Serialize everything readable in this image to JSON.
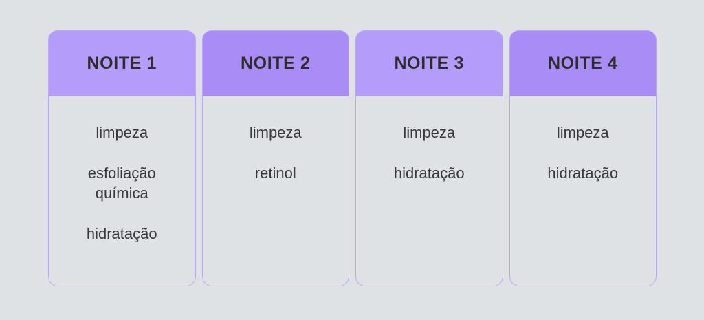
{
  "background_color": "#dfe2e5",
  "cards": [
    {
      "title": "NOITE 1",
      "header_color": "#b49cfa",
      "body_color": "#dfe2e5",
      "border_color": "#bda4f7",
      "steps": [
        "limpeza",
        "esfoliação química",
        "hidratação"
      ]
    },
    {
      "title": "NOITE 2",
      "header_color": "#a98cf5",
      "body_color": "#dfe2e5",
      "border_color": "#bda4f7",
      "steps": [
        "limpeza",
        "retinol"
      ]
    },
    {
      "title": "NOITE 3",
      "header_color": "#b49cfa",
      "body_color": "#dfe2e5",
      "border_color": "#bda4f7",
      "steps": [
        "limpeza",
        "hidratação"
      ]
    },
    {
      "title": "NOITE 4",
      "header_color": "#a98cf5",
      "body_color": "#dfe2e5",
      "border_color": "#bda4f7",
      "steps": [
        "limpeza",
        "hidratação"
      ]
    }
  ]
}
